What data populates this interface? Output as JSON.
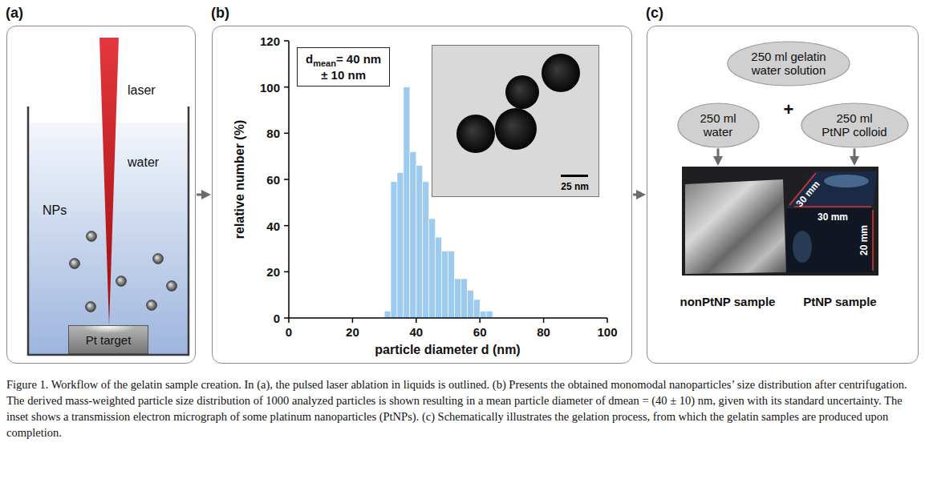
{
  "diagram": {
    "caption": "Figure 1. Workflow of the gelatin sample creation. In (a), the pulsed laser ablation in liquids is outlined. (b) Presents the obtained monomodal nanoparticles’ size distribution after centrifugation. The derived mass-weighted particle size distribution of 1000 analyzed particles is shown resulting in a mean particle diameter of dmean = (40 ± 10) nm, given with its standard uncertainty. The inset shows a transmission electron micrograph of some platinum nanoparticles (PtNPs). (c) Schematically illustrates the gelation process, from which the gelatin samples are produced upon completion.",
    "nodes": [
      {
        "text": [
          "(a)"
        ]
      },
      {
        "text": [
          "Pt target"
        ],
        "in": 0
      },
      {
        "text": [
          "(b)"
        ]
      },
      {
        "text": [
          "d",
          "mean",
          "= 40 nm",
          "± 10 nm"
        ],
        "in": 2
      },
      {
        "text": [
          "25 nm"
        ],
        "in": 2
      },
      {
        "text": [
          "(c)"
        ]
      },
      {
        "text": [
          "250 ml gelatin water solution"
        ],
        "in": 5
      },
      {
        "text": [
          "250 ml water"
        ],
        "in": 5
      },
      {
        "text": [
          "250 ml PtNP colloid"
        ],
        "in": 5
      },
      {
        "text": [
          "30 mm",
          "30 mm",
          "20 mm"
        ],
        "in": 5
      }
    ],
    "edges": [
      {
        "from": 0,
        "to": 2,
        "arrow": "to"
      },
      {
        "from": 2,
        "to": 5,
        "arrow": "to"
      },
      {
        "from": 7,
        "to": 9,
        "arrow": "to"
      },
      {
        "from": 8,
        "to": 9,
        "arrow": "to"
      }
    ],
    "labels": [
      "laser",
      "water",
      "NPs",
      "0",
      "20",
      "40",
      "60",
      "80",
      "100",
      "120",
      "relative number (%)",
      "0",
      "20",
      "40",
      "60",
      "80",
      "100",
      "particle diameter d (nm)",
      "+",
      "nonPtNP sample",
      "PtNP sample"
    ]
  }
}
